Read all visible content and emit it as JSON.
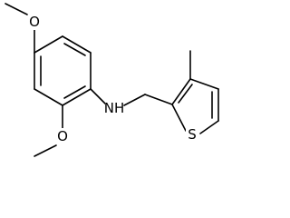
{
  "molecule": {
    "atoms": {
      "oxygen_top": "O",
      "oxygen_bottom": "O",
      "amine": "NH",
      "sulfur": "S"
    },
    "colors": {
      "bond": "#000000",
      "background": "#ffffff"
    }
  }
}
